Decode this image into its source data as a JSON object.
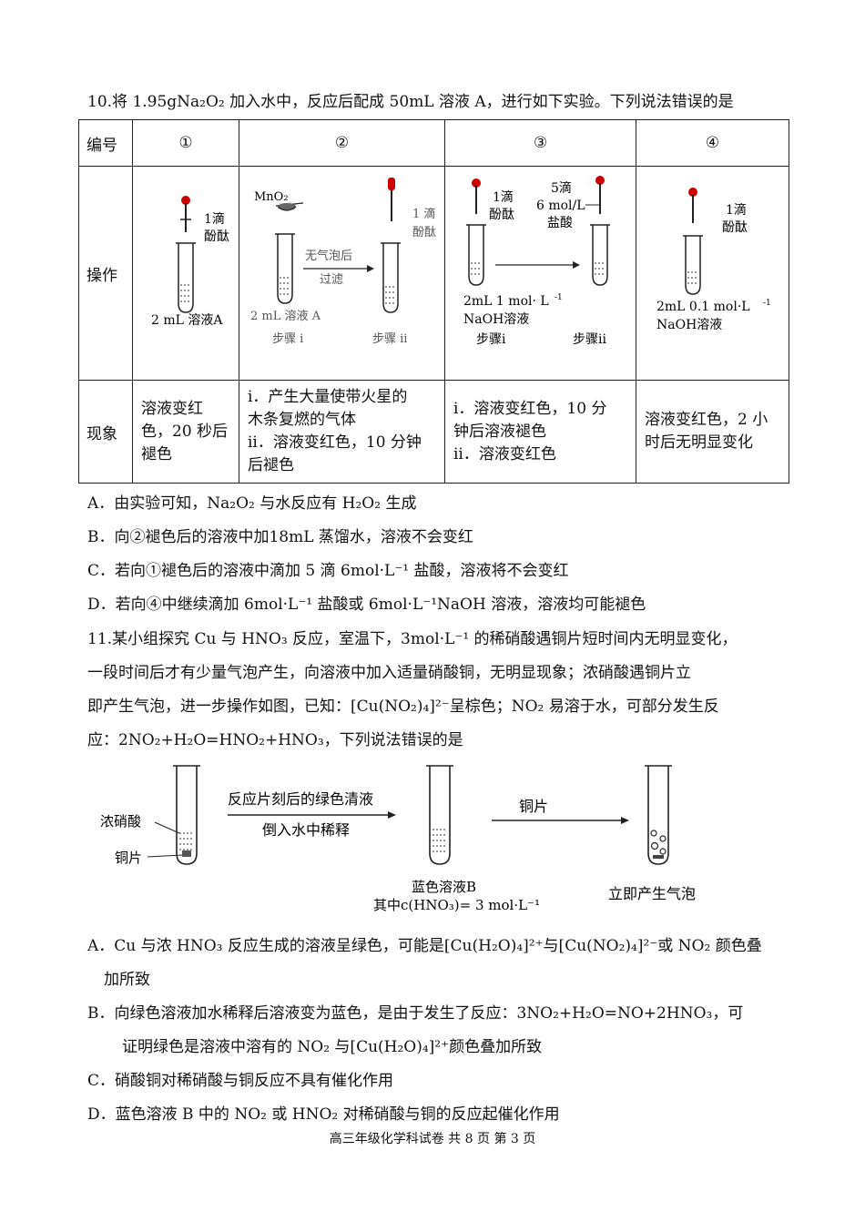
{
  "q10": {
    "stem": "10.将 1.95gNa₂O₂ 加入水中，反应后配成 50mL 溶液 A，进行如下实验。下列说法错误的是",
    "table": {
      "header": [
        "编号",
        "①",
        "②",
        "③",
        "④"
      ],
      "row_operation_label": "操作",
      "row_phenomenon_label": "现象",
      "fig1": {
        "drop": "1滴",
        "indicator": "酚酞",
        "tube": "2 mL 溶液A"
      },
      "fig2": {
        "mno2": "MnO₂",
        "arrow_top": "无气泡后",
        "arrow_bottom": "过滤",
        "drop": "1 滴",
        "indicator": "酚酞",
        "tube": "2 mL 溶液 A",
        "step1": "步骤 i",
        "step2": "步骤 ii"
      },
      "fig3": {
        "drop1": "1滴",
        "indicator": "酚酞",
        "drop2": "5滴",
        "conc": "6 mol/L",
        "acid": "盐酸",
        "tube_line1": "2mL 1 mol· L",
        "tube_line2": "NaOH溶液",
        "step1": "步骤i",
        "step2": "步骤ii",
        "sup": "-1"
      },
      "fig4": {
        "drop": "1滴",
        "indicator": "酚酞",
        "tube_line1": "2mL 0.1 mol·L",
        "tube_line2": "NaOH溶液",
        "sup": "-1"
      },
      "phenomena": [
        [
          "溶液变红",
          "色，20 秒后",
          "褪色"
        ],
        [
          "i．产生大量使带火星的",
          "木条复燃的气体",
          "ii．溶液变红色，10 分钟",
          "后褪色"
        ],
        [
          "i．溶液变红色，10 分",
          "钟后溶液褪色",
          "ii．溶液变红色"
        ],
        [
          "溶液变红色，2 小",
          "时后无明显变化"
        ]
      ]
    },
    "options": {
      "A": "A．由实验可知，Na₂O₂ 与水反应有 H₂O₂ 生成",
      "B": "B．向②褪色后的溶液中加18mL 蒸馏水，溶液不会变红",
      "C": "C．若向①褪色后的溶液中滴加 5 滴 6mol·L⁻¹ 盐酸，溶液将不会变红",
      "D": "D．若向④中继续滴加 6mol·L⁻¹ 盐酸或 6mol·L⁻¹NaOH 溶液，溶液均可能褪色"
    }
  },
  "q11": {
    "stem_lines": [
      "11.某小组探究 Cu 与 HNO₃ 反应，室温下，3mol·L⁻¹ 的稀硝酸遇铜片短时间内无明显变化，",
      "一段时间后才有少量气泡产生，向溶液中加入适量硝酸铜，无明显现象；浓硝酸遇铜片立",
      "即产生气泡，进一步操作如图，已知：[Cu(NO₂)₄]²⁻呈棕色；NO₂ 易溶于水，可部分发生反",
      "应：2NO₂+H₂O=HNO₂+HNO₃，下列说法错误的是"
    ],
    "figure": {
      "conc_acid": "浓硝酸",
      "copper": "铜片",
      "arrow1_top": "反应片刻后的绿色清液",
      "arrow1_bottom": "倒入水中稀释",
      "arrow2_top": "铜片",
      "solution_b": "蓝色溶液B",
      "conc_note": "其中c(HNO₃)= 3 mol·L⁻¹",
      "bubbles": "立即产生气泡"
    },
    "options": {
      "A1": "A．Cu 与浓 HNO₃ 反应生成的溶液呈绿色，可能是[Cu(H₂O)₄]²⁺与[Cu(NO₂)₄]²⁻或 NO₂ 颜色叠",
      "A2": "加所致",
      "B1": "B．向绿色溶液加水稀释后溶液变为蓝色，是由于发生了反应：3NO₂+H₂O=NO+2HNO₃，可",
      "B2": "证明绿色是溶液中溶有的 NO₂ 与[Cu(H₂O)₄]²⁺颜色叠加所致",
      "C": "C．硝酸铜对稀硝酸与铜反应不具有催化作用",
      "D": "D．蓝色溶液 B 中的 NO₂ 或 HNO₂ 对稀硝酸与铜的反应起催化作用"
    }
  },
  "footer": "高三年级化学科试卷  共 8 页  第 3 页"
}
